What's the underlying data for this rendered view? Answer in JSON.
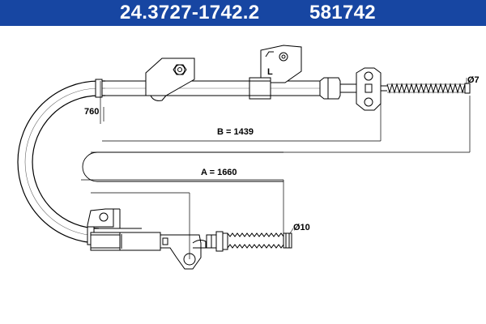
{
  "header": {
    "part_number": "24.3727-1742.2",
    "short_number": "581742",
    "background_color": "#1746a2",
    "text_color": "#ffffff"
  },
  "dimensions": {
    "b_label": "B = 1439",
    "a_label": "A = 1660",
    "bend_label": "760",
    "dia_top": "Ø7",
    "dia_bottom": "Ø10",
    "side_mark": "L"
  }
}
